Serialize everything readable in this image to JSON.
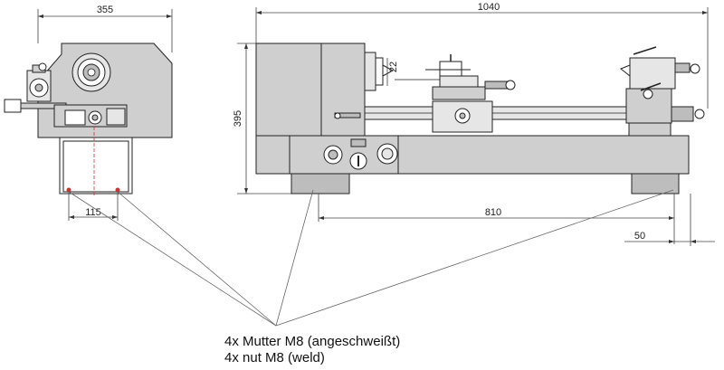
{
  "dimensions": {
    "front_width": "355",
    "total_length": "1040",
    "height": "395",
    "bed_foot_spacing": "810",
    "front_foot_spacing": "115",
    "foot_offset": "50",
    "small_mark": "22"
  },
  "note": {
    "line_de": "4x Mutter M8 (angeschweißt)",
    "line_en": "4x nut M8 (weld)"
  }
}
